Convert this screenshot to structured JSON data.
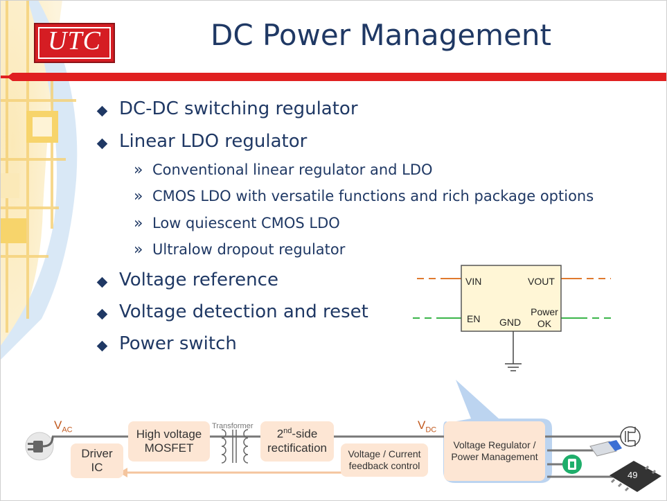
{
  "header": {
    "logo_text": "UTC",
    "title": "DC Power Management"
  },
  "bullets": {
    "item1": "DC-DC switching regulator",
    "item2": "Linear LDO regulator",
    "sub1": "Conventional linear regulator and LDO",
    "sub2": "CMOS LDO with versatile functions and rich package options",
    "sub3": "Low quiescent CMOS LDO",
    "sub4": "Ultralow dropout regulator",
    "item3": "Voltage reference",
    "item4": "Voltage detection and reset",
    "item5": "Power switch",
    "sub_marker": "»"
  },
  "ldo_diagram": {
    "vin": "VIN",
    "vout": "VOUT",
    "en": "EN",
    "gnd": "GND",
    "power_ok_line1": "Power",
    "power_ok_line2": "OK"
  },
  "flow": {
    "vac_main": "V",
    "vac_sub": "AC",
    "vdc_main": "V",
    "vdc_sub": "DC",
    "high_voltage_line1": "High voltage",
    "high_voltage_line2": "MOSFET",
    "transformer": "Transformer",
    "side_prefix": "2",
    "side_sup": "nd",
    "side_suffix": "-side",
    "rectification": "rectification",
    "driver_line1": "Driver",
    "driver_line2": "IC",
    "feedback_line1": "Voltage / Current",
    "feedback_line2": "feedback control",
    "regulator_line1": "Voltage Regulator /",
    "regulator_line2": "Power Management"
  },
  "page_number": "49",
  "colors": {
    "title": "#1f3864",
    "red_bar": "#e02020",
    "accent_orange": "#e07a2e",
    "accent_green": "#3bb54a",
    "box_fill": "#fde6d4",
    "callout_blue": "#bcd4f0"
  },
  "icons": [
    "power-plug-icon",
    "mosfet-symbol-icon",
    "usb-drive-icon",
    "battery-icon",
    "chip-icon",
    "ground-symbol-icon"
  ]
}
